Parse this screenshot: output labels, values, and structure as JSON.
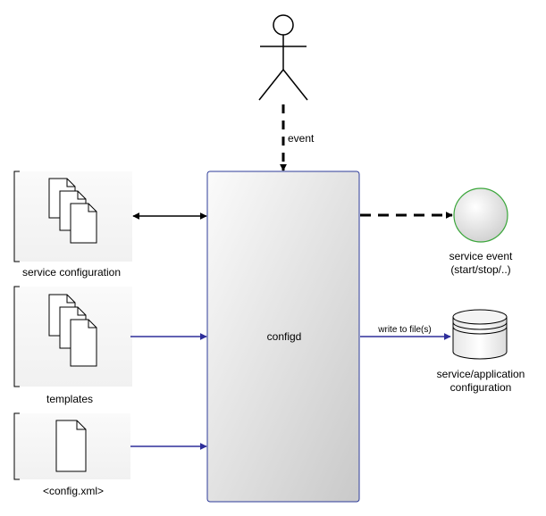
{
  "diagram": {
    "actor": {
      "event_label": "event"
    },
    "inputs": {
      "service_configuration": "service configuration",
      "templates": "templates",
      "config_xml": "<config.xml>"
    },
    "process": {
      "label": "configd"
    },
    "outputs": {
      "service_event_line1": "service event",
      "service_event_line2": "(start/stop/..)",
      "write_label": "write to file(s)",
      "service_app_line1": "service/application",
      "service_app_line2": "configuration"
    },
    "colors": {
      "process_border": "#2d3b9a",
      "arrow_blue": "#2e2e9a",
      "event_circle_border": "#3aa63a",
      "black": "#000000"
    }
  }
}
